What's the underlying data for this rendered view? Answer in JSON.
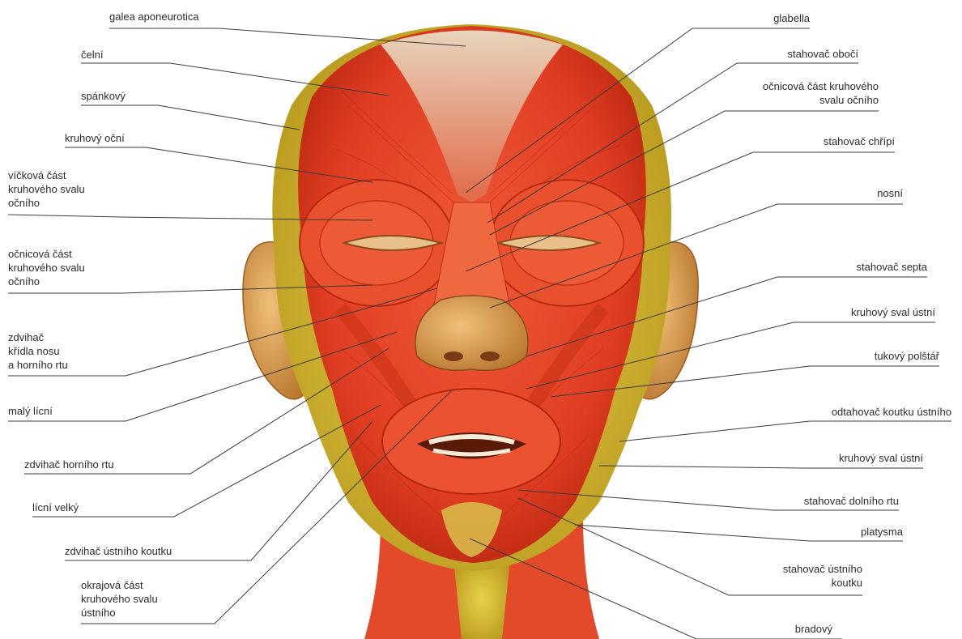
{
  "figure": {
    "left_labels": [
      {
        "id": "galea",
        "text": "galea aponeurotica"
      },
      {
        "id": "celni",
        "text": "čelní"
      },
      {
        "id": "spankovy",
        "text": "spánkový"
      },
      {
        "id": "kruhovy-ocni",
        "text": "kruhový oční"
      },
      {
        "id": "vickova",
        "text": "víčková část\nkruhového svalu\nočního"
      },
      {
        "id": "ocnicova-left",
        "text": "očnicová část\nkruhového svalu\nočního"
      },
      {
        "id": "zdvihac-kridla",
        "text": "zdvihač\nkřídla nosu\na horního rtu"
      },
      {
        "id": "maly-licni",
        "text": "malý lícní"
      },
      {
        "id": "zdvihac-horniho",
        "text": "zdvihač horního rtu"
      },
      {
        "id": "licni-velky",
        "text": "lícní velký"
      },
      {
        "id": "zdvihac-koutku",
        "text": "zdvihač ústního koutku"
      },
      {
        "id": "okrajova",
        "text": "okrajová část\nkruhového svalu\nústního"
      }
    ],
    "right_labels": [
      {
        "id": "glabella",
        "text": "glabella"
      },
      {
        "id": "stahovac-oboci",
        "text": "stahovač obočí"
      },
      {
        "id": "ocnicova-right",
        "text": "očnicová část kruhového\nsvalu očního"
      },
      {
        "id": "stahovac-chripi",
        "text": "stahovač chřípí"
      },
      {
        "id": "nosni",
        "text": "nosní"
      },
      {
        "id": "stahovac-septa",
        "text": "stahovač septa"
      },
      {
        "id": "kruhovy-sval-1",
        "text": "kruhový sval ústní"
      },
      {
        "id": "tukovy",
        "text": "tukový polštář"
      },
      {
        "id": "odtahovac",
        "text": "odtahovač koutku ústního"
      },
      {
        "id": "kruhovy-sval-2",
        "text": "kruhový sval ústní"
      },
      {
        "id": "stahovac-dolniho",
        "text": "stahovač dolního rtu"
      },
      {
        "id": "platysma",
        "text": "platysma"
      },
      {
        "id": "stahovac-ustniho",
        "text": "stahovač ústního\nkoutku"
      },
      {
        "id": "bradovy",
        "text": "bradový"
      }
    ],
    "colors": {
      "muscle": "#e8452a",
      "muscle_dark": "#c42d14",
      "tendon": "#d9c7a8",
      "fat": "#d8c02e",
      "skin": "#d89a48",
      "line": "#3a3a3a"
    }
  }
}
